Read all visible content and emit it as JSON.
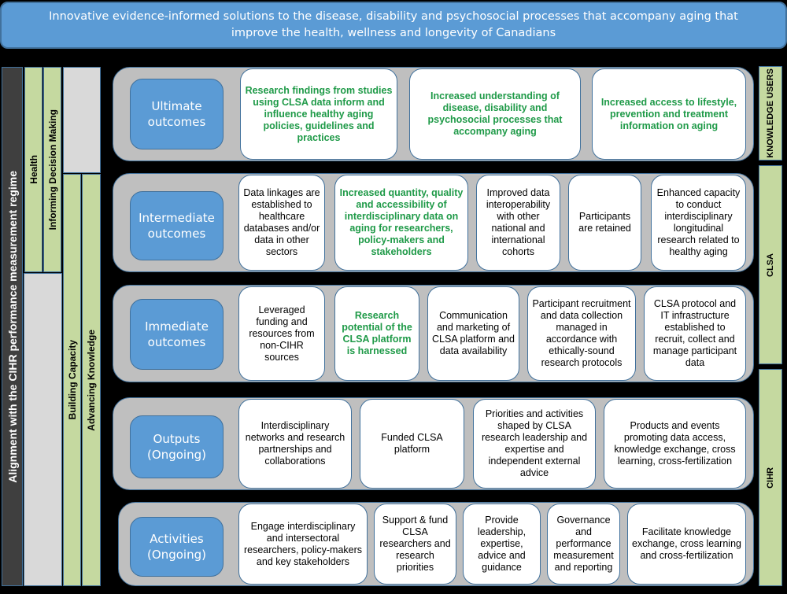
{
  "banner": "Innovative evidence-informed solutions to the disease, disability and psychosocial processes that accompany aging that improve the health, wellness and longevity of Canadians",
  "left_columns": {
    "alignment": "Alignment with the CIHR performance measurement regime",
    "health": "Health",
    "informing": "Informing Decision Making",
    "building": "Building Capacity",
    "advancing": "Advancing Knowledge"
  },
  "right_columns": {
    "knowledge_users": "KNOWLEDGE USERS",
    "clsa": "CLSA",
    "cihr": "CIHR"
  },
  "colors": {
    "label_blue": "#5b9bd5",
    "green_text": "#1f9a48",
    "column_green": "#c5d9a0",
    "row_gray": "#bfbfbf"
  },
  "rows": [
    {
      "label": "Ultimate\noutcomes",
      "cards": [
        {
          "text": "Research findings from studies using CLSA data inform and influence healthy aging policies, guidelines and practices",
          "highlight": true
        },
        {
          "text": "Increased understanding of disease, disability and psychosocial processes that accompany aging",
          "highlight": true
        },
        {
          "text": "Increased access to lifestyle, prevention and treatment information on aging",
          "highlight": true
        }
      ]
    },
    {
      "label": "Intermediate\noutcomes",
      "cards": [
        {
          "text": "Data linkages are established to healthcare databases and/or data in other sectors",
          "highlight": false
        },
        {
          "text": "Increased quantity, quality and accessibility of interdisciplinary data on aging for researchers, policy-makers and stakeholders",
          "highlight": true
        },
        {
          "text": "Improved data interoperability with other national and international cohorts",
          "highlight": false
        },
        {
          "text": "Participants are retained",
          "highlight": false
        },
        {
          "text": "Enhanced capacity to conduct interdisciplinary longitudinal research related to healthy aging",
          "highlight": false
        }
      ]
    },
    {
      "label": "Immediate\noutcomes",
      "cards": [
        {
          "text": "Leveraged funding and resources from non-CIHR sources",
          "highlight": false
        },
        {
          "text": "Research potential of the CLSA platform is harnessed",
          "highlight": true
        },
        {
          "text": "Communication and marketing of CLSA platform and data availability",
          "highlight": false
        },
        {
          "text": "Participant recruitment and data collection managed in accordance with ethically-sound research protocols",
          "highlight": false
        },
        {
          "text": "CLSA protocol and IT infrastructure established to recruit, collect and manage participant data",
          "highlight": false
        }
      ]
    },
    {
      "label": "Outputs\n(Ongoing)",
      "cards": [
        {
          "text": "Interdisciplinary networks and research partnerships and collaborations",
          "highlight": false
        },
        {
          "text": "Funded CLSA platform",
          "highlight": false
        },
        {
          "text": "Priorities and activities shaped by CLSA research leadership and expertise and independent external advice",
          "highlight": false
        },
        {
          "text": "Products and events promoting data access, knowledge exchange, cross learning, cross-fertilization",
          "highlight": false
        }
      ]
    },
    {
      "label": "Activities\n(Ongoing)",
      "cards": [
        {
          "text": "Engage interdisciplinary and intersectoral researchers, policy-makers and key stakeholders",
          "highlight": false
        },
        {
          "text": "Support & fund CLSA researchers and research priorities",
          "highlight": false
        },
        {
          "text": "Provide leadership, expertise, advice and guidance",
          "highlight": false
        },
        {
          "text": "Governance and performance measurement and reporting",
          "highlight": false
        },
        {
          "text": "Facilitate knowledge exchange, cross learning and cross-fertilization",
          "highlight": false
        }
      ]
    }
  ]
}
